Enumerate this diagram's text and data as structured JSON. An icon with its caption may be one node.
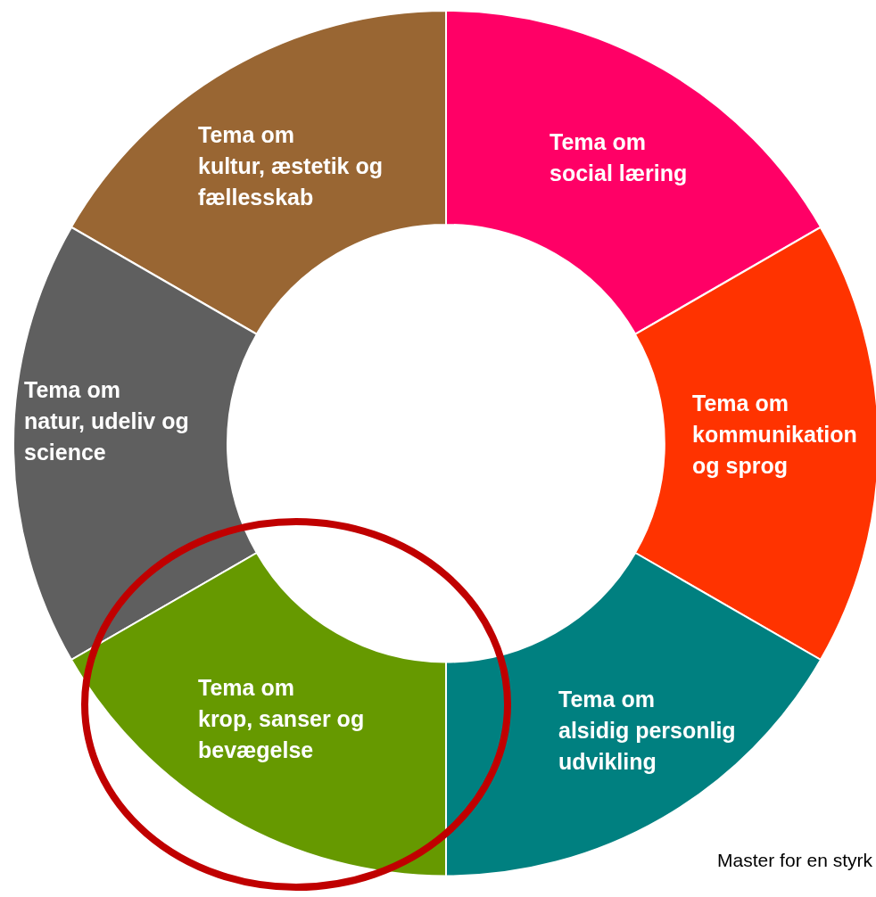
{
  "diagram": {
    "nodes": [
      {
        "text": [
          "Tema om",
          "kultur, æstetik og fællesskab"
        ]
      },
      {
        "text": [
          "Tema om",
          "social læring"
        ]
      },
      {
        "text": [
          "Tema om",
          "natur, udeliv og science"
        ]
      },
      {
        "text": [
          "Tema om",
          "kommunikation og sprog"
        ]
      },
      {
        "text": [
          "Tema om",
          "krop, sanser og bevægelse"
        ]
      },
      {
        "text": [
          "Tema om",
          "alsidig personlig udvikling"
        ]
      }
    ],
    "labels": [
      "Master for en styrk"
    ]
  }
}
